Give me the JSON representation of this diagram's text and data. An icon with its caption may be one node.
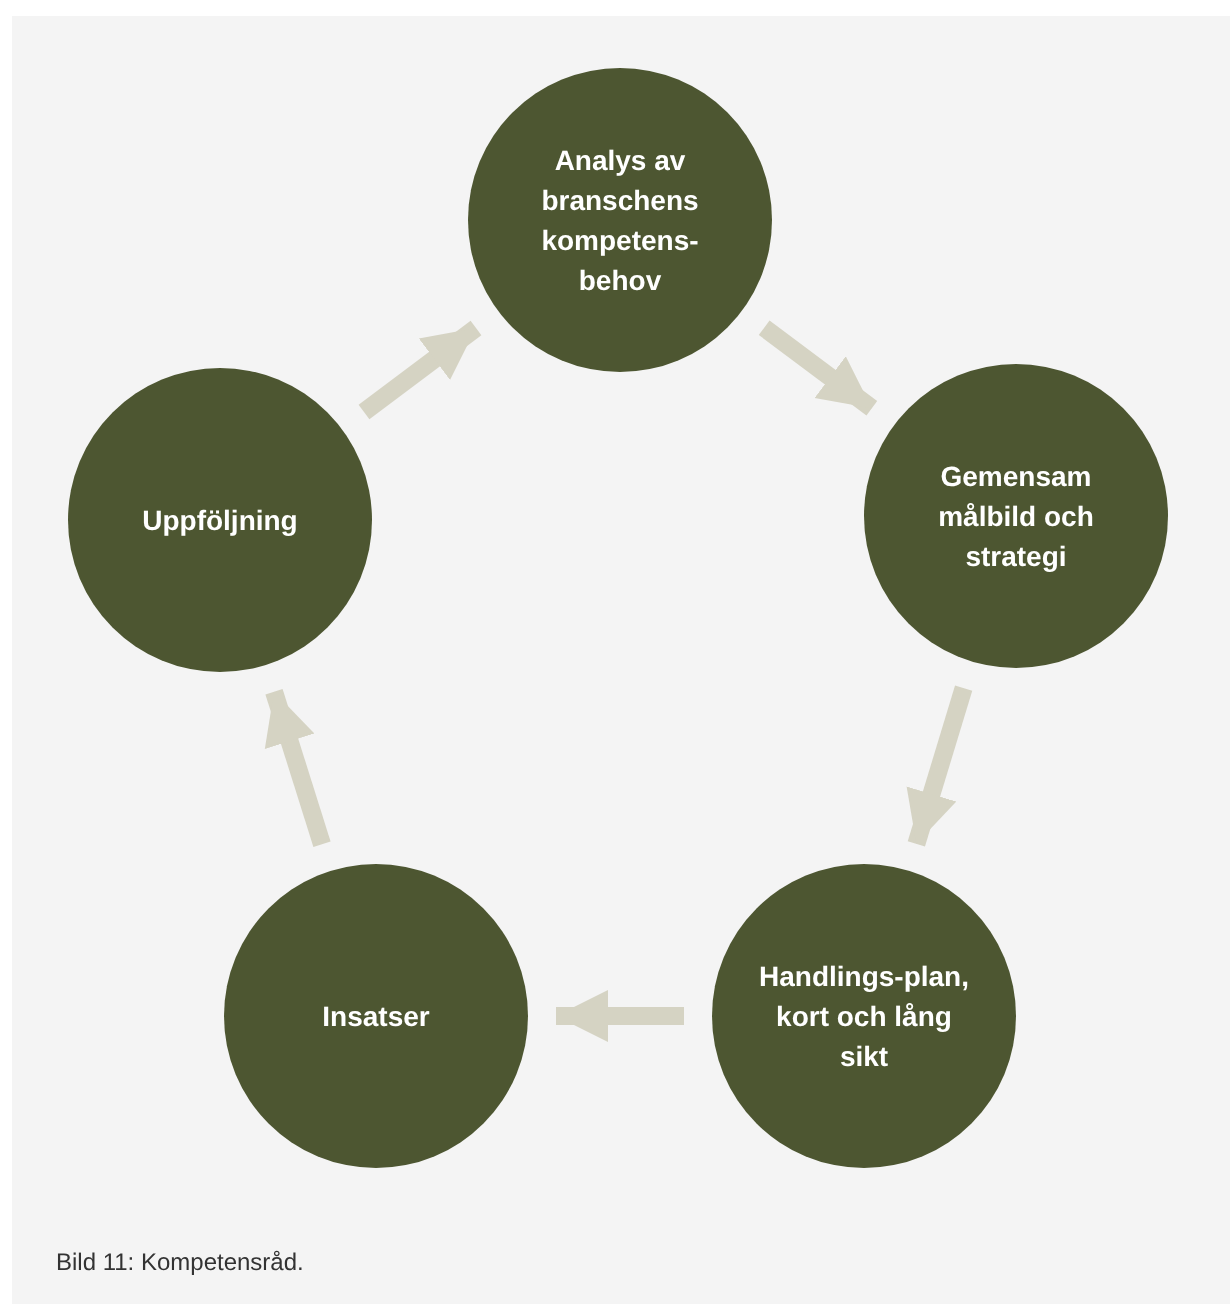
{
  "diagram": {
    "caption": "Bild 11: Kompetensråd.",
    "nodes": [
      {
        "text": [
          "Analys av branschens kompetens-behov"
        ]
      },
      {
        "text": [
          "Gemensam målbild och strategi"
        ]
      },
      {
        "text": [
          "Handlings-plan, kort och lång sikt"
        ]
      },
      {
        "text": [
          "Insatser"
        ]
      },
      {
        "text": [
          "Uppföljning"
        ]
      }
    ],
    "edges": [
      {
        "from": 0,
        "to": 1,
        "arrow": "to"
      },
      {
        "from": 1,
        "to": 2,
        "arrow": "to"
      },
      {
        "from": 2,
        "to": 3,
        "arrow": "to"
      },
      {
        "from": 3,
        "to": 4,
        "arrow": "to"
      },
      {
        "from": 4,
        "to": 0,
        "arrow": "to"
      }
    ]
  }
}
